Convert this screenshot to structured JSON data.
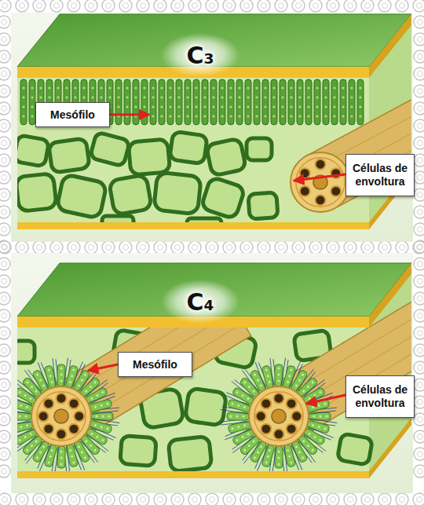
{
  "diagram": {
    "nodes": [
      {
        "text": [
          "C₃"
        ]
      },
      {
        "text": [
          "Mesófilo"
        ]
      },
      {
        "text": [
          "Células de envoltura"
        ]
      },
      {
        "text": [
          "C₄"
        ]
      },
      {
        "text": [
          "Mesófilo"
        ]
      },
      {
        "text": [
          "Células de envoltura"
        ]
      }
    ]
  }
}
